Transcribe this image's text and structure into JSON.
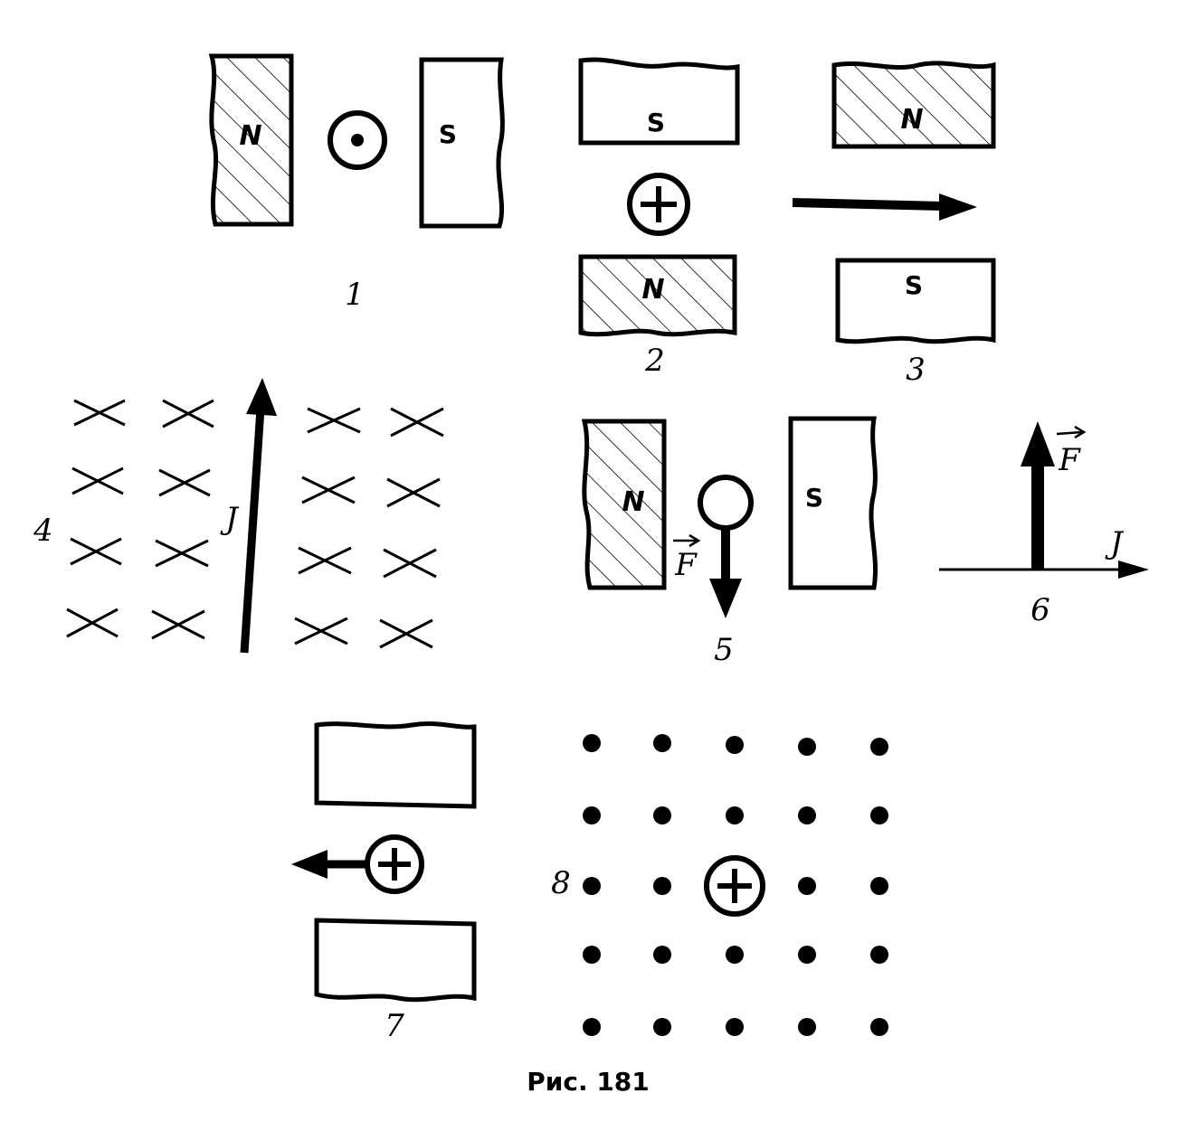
{
  "poles": {
    "north": "N",
    "south": "S"
  },
  "symbols": {
    "force": "F",
    "current": "J"
  },
  "panels": {
    "p1": "1",
    "p2": "2",
    "p3": "3",
    "p4": "4",
    "p5": "5",
    "p6": "6",
    "p7": "7",
    "p8": "8"
  },
  "caption": "Рис. 181"
}
